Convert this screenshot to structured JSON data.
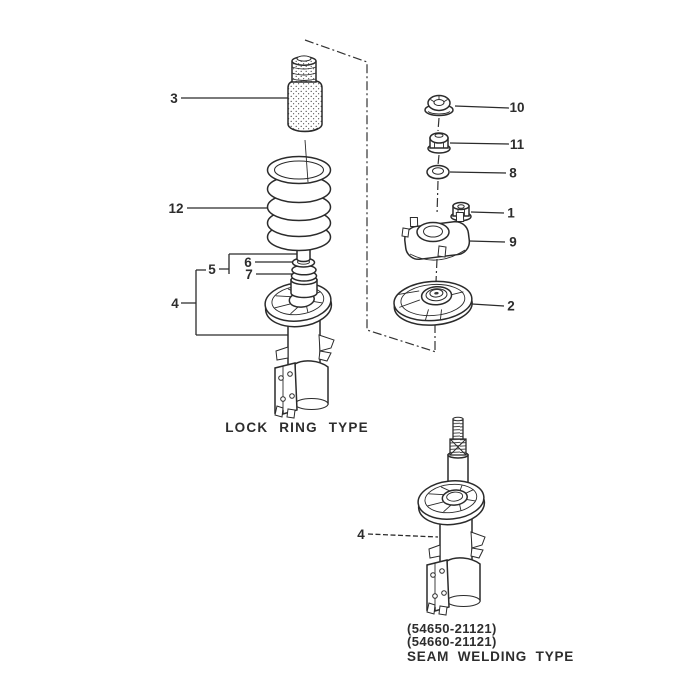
{
  "colors": {
    "background": "#ffffff",
    "ink": "#2b2b2b"
  },
  "diagram": {
    "lock_ring_group": {
      "caption": "LOCK RING TYPE",
      "callouts": {
        "n3": "3",
        "n12": "12",
        "n5": "5",
        "n6": "6",
        "n7": "7",
        "n4": "4"
      }
    },
    "mount_group": {
      "callouts": {
        "n10": "10",
        "n11": "11",
        "n8": "8",
        "n1": "1",
        "n9": "9",
        "n2": "2"
      }
    },
    "seam_welding_group": {
      "caption": "SEAM WELDING TYPE",
      "part_numbers": [
        "(54650-21121)",
        "(54660-21121)"
      ],
      "callouts": {
        "n4": "4"
      }
    }
  }
}
